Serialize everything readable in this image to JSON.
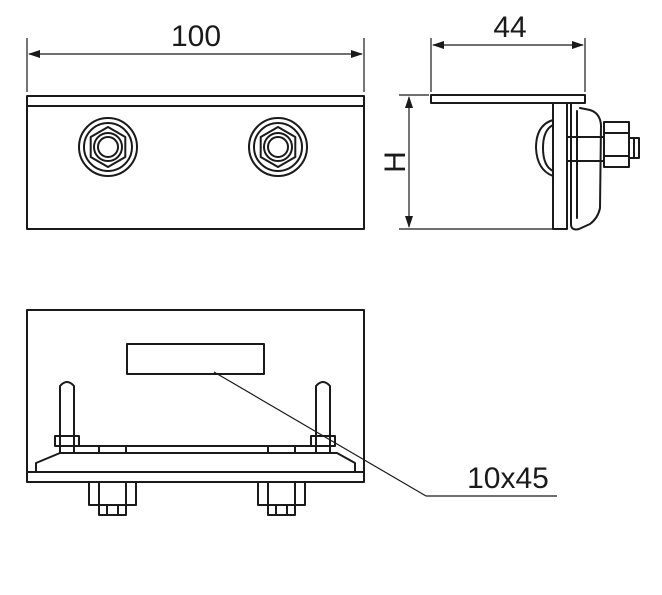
{
  "dimensions": {
    "width_label": "100",
    "depth_label": "44",
    "height_label": "H",
    "slot_label": "10x45"
  },
  "colors": {
    "line": "#1a1a1a",
    "background": "#ffffff"
  }
}
